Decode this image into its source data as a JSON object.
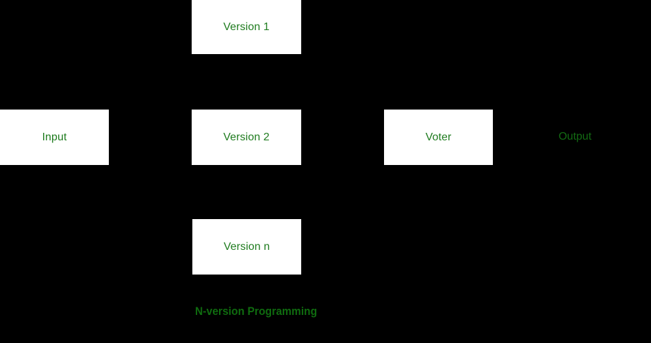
{
  "diagram": {
    "caption": "N-version Programming",
    "background_color": "#000000",
    "node_fill_color": "#ffffff",
    "node_text_color": "#1e7b1e",
    "caption_text_color": "#0f6b0f",
    "free_label_color": "#136b13",
    "nodes": [
      {
        "id": "version-1",
        "label": "Version 1"
      },
      {
        "id": "input",
        "label": "Input"
      },
      {
        "id": "version-2",
        "label": "Version 2"
      },
      {
        "id": "voter",
        "label": "Voter"
      },
      {
        "id": "version-n",
        "label": "Version n"
      }
    ],
    "labels": [
      {
        "id": "output",
        "label": "Output"
      }
    ]
  }
}
